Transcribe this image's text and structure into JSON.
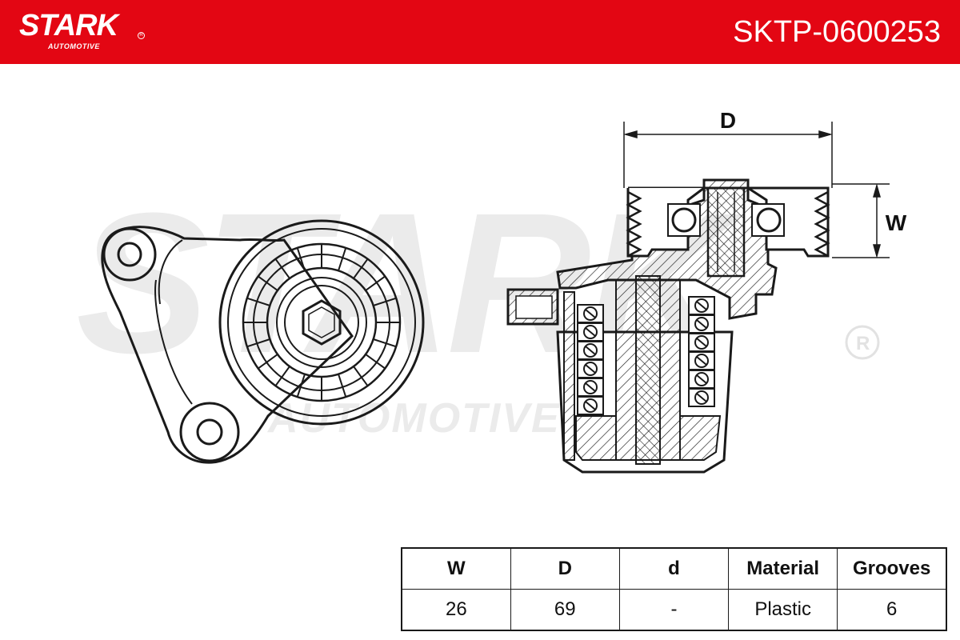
{
  "header": {
    "brand": "STARK",
    "brand_sub": "AUTOMOTIVE",
    "part_number": "SKTP-0600253",
    "background_color": "#e30613"
  },
  "watermark": {
    "text_main": "STARK",
    "text_sub": "AUTOMOTIVE",
    "color": "#ebebeb"
  },
  "drawing": {
    "dimension_labels": {
      "diameter": "D",
      "width": "W"
    }
  },
  "spec_table": {
    "headers": [
      "W",
      "D",
      "d",
      "Material",
      "Grooves"
    ],
    "values": [
      "26",
      "69",
      "-",
      "Plastic",
      "6"
    ]
  }
}
